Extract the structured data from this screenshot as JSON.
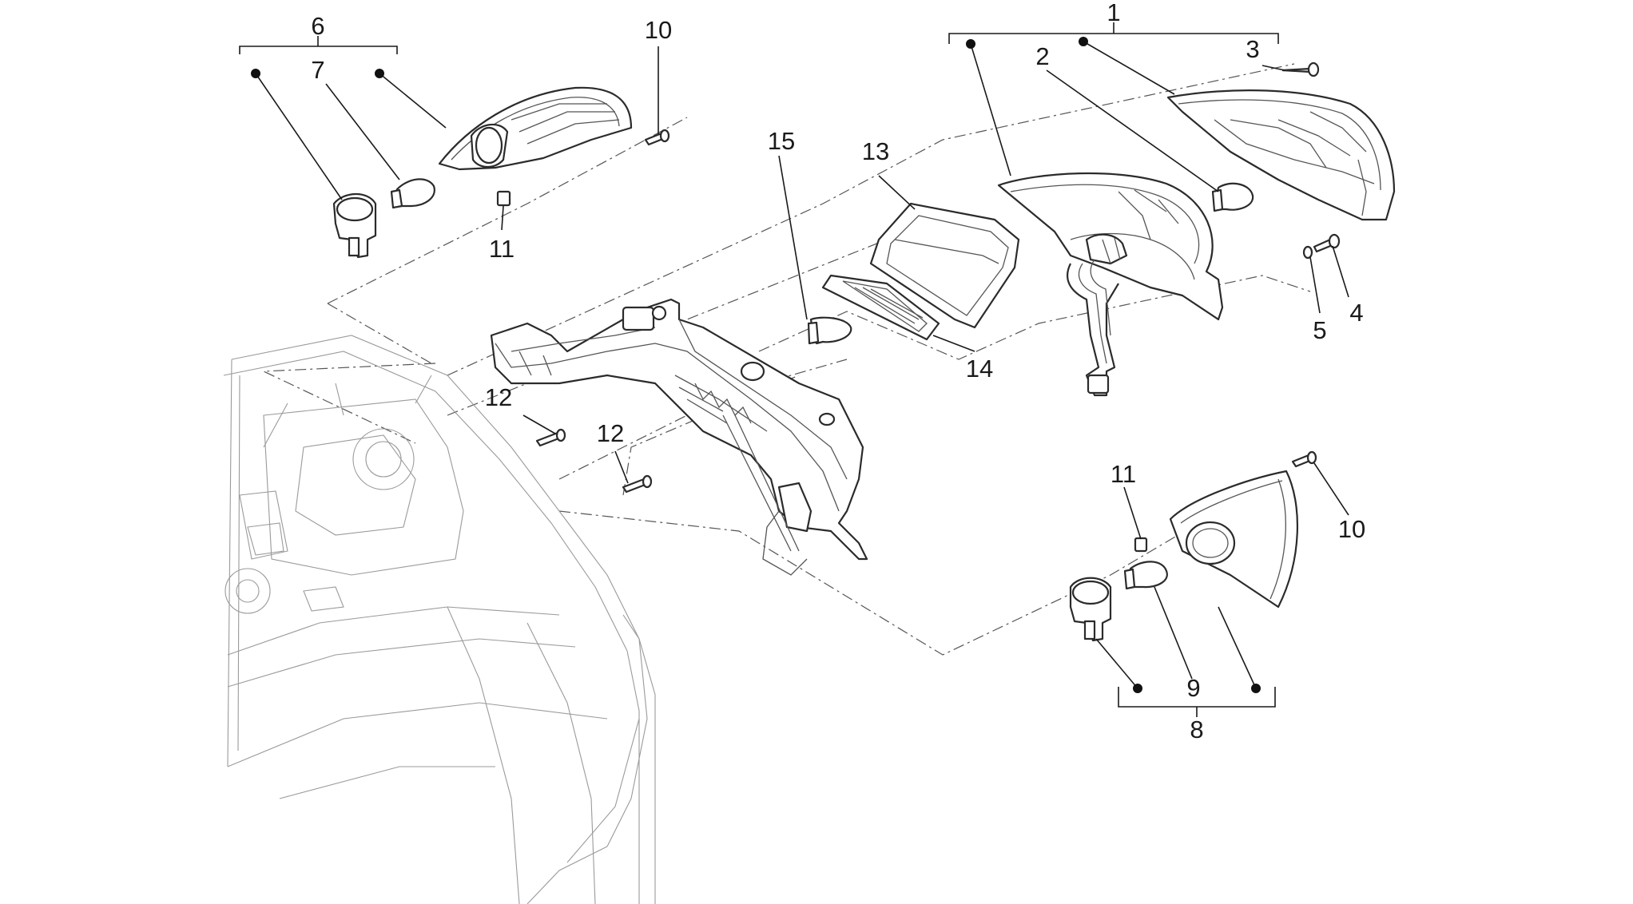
{
  "diagram": {
    "callouts": [
      {
        "id": "c1",
        "label": "1"
      },
      {
        "id": "c2",
        "label": "2"
      },
      {
        "id": "c3",
        "label": "3"
      },
      {
        "id": "c4",
        "label": "4"
      },
      {
        "id": "c5",
        "label": "5"
      },
      {
        "id": "c6",
        "label": "6"
      },
      {
        "id": "c7",
        "label": "7"
      },
      {
        "id": "c8",
        "label": "8"
      },
      {
        "id": "c9",
        "label": "9"
      },
      {
        "id": "c10a",
        "label": "10"
      },
      {
        "id": "c10b",
        "label": "10"
      },
      {
        "id": "c11a",
        "label": "11"
      },
      {
        "id": "c11b",
        "label": "11"
      },
      {
        "id": "c12a",
        "label": "12"
      },
      {
        "id": "c12b",
        "label": "12"
      },
      {
        "id": "c13",
        "label": "13"
      },
      {
        "id": "c14",
        "label": "14"
      },
      {
        "id": "c15",
        "label": "15"
      }
    ]
  }
}
